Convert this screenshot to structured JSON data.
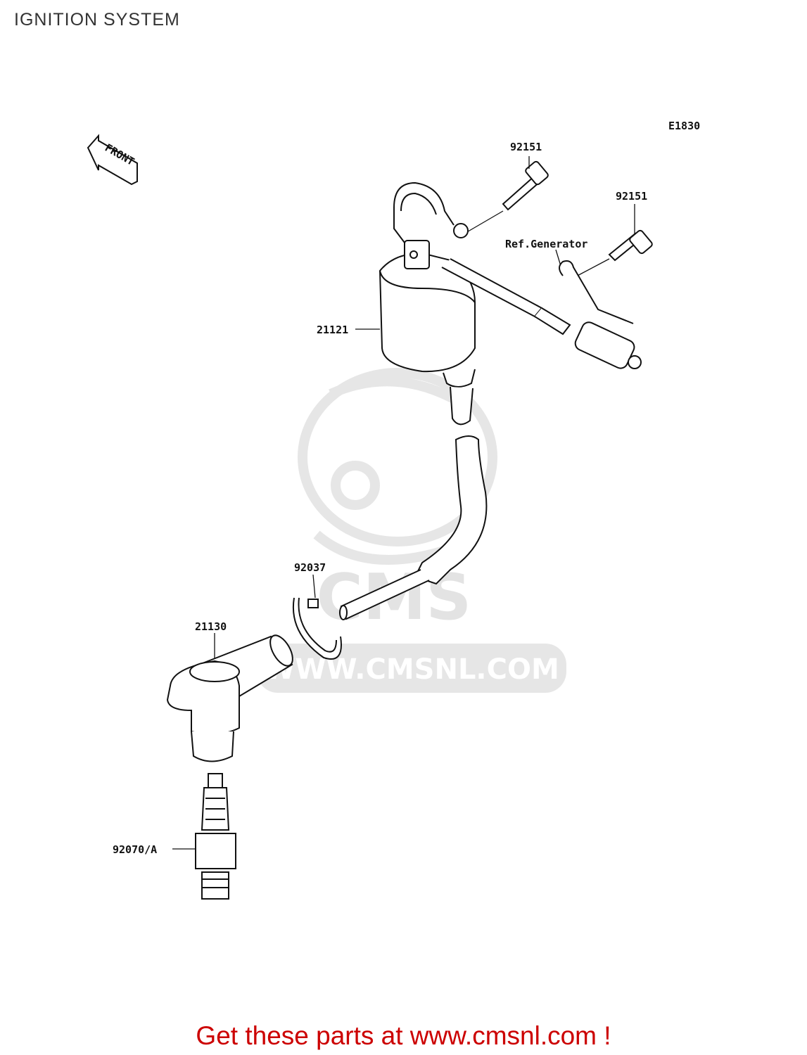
{
  "title": "IGNITION SYSTEM",
  "diagram_code": "E1830",
  "front_label": "FRONT",
  "parts": {
    "p92151_a": "92151",
    "p92151_b": "92151",
    "ref_generator": "Ref.Generator",
    "p21121": "21121",
    "p92037": "92037",
    "p21130": "21130",
    "p92070": "92070/A"
  },
  "watermark": {
    "brand": "CMS",
    "url": "WWW.CMSNL.COM"
  },
  "footer": "Get these parts at www.cmsnl.com !"
}
